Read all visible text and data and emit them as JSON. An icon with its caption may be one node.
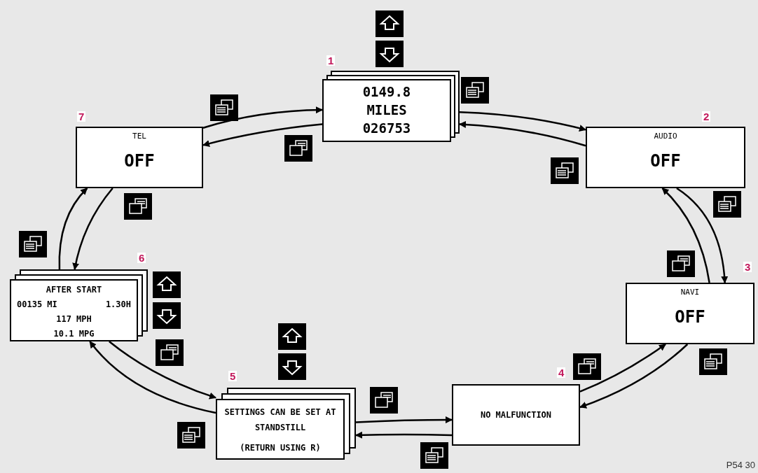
{
  "diagram": {
    "nodes": [
      {
        "text": [
          "0149.8",
          "MILES",
          "026753"
        ],
        "beside": [
          "1"
        ]
      },
      {
        "text": [
          "AUDIO",
          "OFF"
        ],
        "beside": [
          "2"
        ]
      },
      {
        "text": [
          "NAVI",
          "OFF"
        ],
        "beside": [
          "3"
        ]
      },
      {
        "text": [
          "NO MALFUNCTION"
        ],
        "beside": [
          "4"
        ]
      },
      {
        "text": [
          "SETTINGS CAN BE SET AT STANDSTILL",
          "(RETURN USING R)"
        ],
        "beside": [
          "5"
        ]
      },
      {
        "text": [
          "AFTER START",
          "00135 MI",
          "1.30H",
          "117 MPH",
          "10.1 MPG"
        ],
        "beside": [
          "6"
        ]
      },
      {
        "text": [
          "TEL",
          "OFF"
        ],
        "beside": [
          "7"
        ]
      }
    ],
    "edges": [
      {
        "from": 0,
        "to": 1,
        "arrow": "to"
      },
      {
        "from": 1,
        "to": 0,
        "arrow": "to"
      },
      {
        "from": 1,
        "to": 2,
        "arrow": "to"
      },
      {
        "from": 2,
        "to": 1,
        "arrow": "to"
      },
      {
        "from": 3,
        "to": 2,
        "arrow": "to"
      },
      {
        "from": 2,
        "to": 3,
        "arrow": "to"
      },
      {
        "from": 4,
        "to": 3,
        "arrow": "to"
      },
      {
        "from": 3,
        "to": 4,
        "arrow": "to"
      },
      {
        "from": 5,
        "to": 4,
        "arrow": "to"
      },
      {
        "from": 4,
        "to": 5,
        "arrow": "to"
      },
      {
        "from": 5,
        "to": 6,
        "arrow": "to"
      },
      {
        "from": 6,
        "to": 5,
        "arrow": "to"
      },
      {
        "from": 6,
        "to": 0,
        "arrow": "to"
      },
      {
        "from": 0,
        "to": 6,
        "arrow": "to"
      }
    ],
    "labels": [
      "P54 30"
    ]
  }
}
